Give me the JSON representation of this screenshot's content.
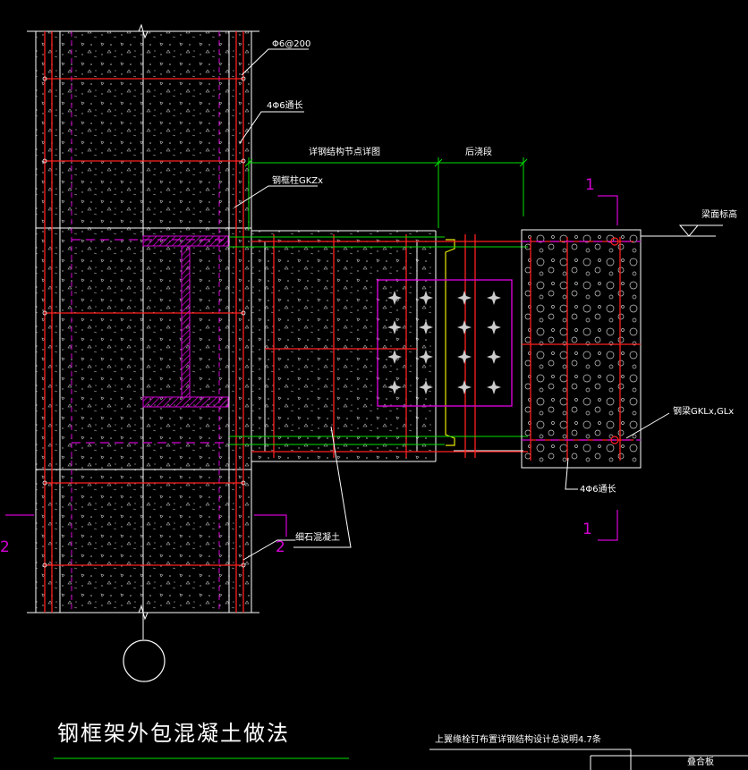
{
  "drawing": {
    "title": "钢框架外包混凝土做法",
    "footnote": "上翼缘栓钉布置详钢结构设计总说明4.7条",
    "corner_label": "叠合板"
  },
  "annotations": {
    "stirrup": "Φ6@200",
    "long_bars_top": "4Φ6通长",
    "column_ref": "钢框柱GKZx",
    "node_detail": "详钢结构节点详图",
    "post_pour": "后浇段",
    "beam_top_elev": "梁面标高",
    "beam_ref": "钢梁GKLx,GLx",
    "long_bars_bottom": "4Φ6通长",
    "concrete": "细石混凝土"
  },
  "section_marks": {
    "s1_top": "1",
    "s1_bottom": "1",
    "s2_left": "2",
    "s2_right": "2"
  },
  "colors": {
    "background": "#000000",
    "rebar": "#ff2020",
    "outline": "#ffffff",
    "section": "#d400d4",
    "dimension": "#00e000",
    "steel_flange": "#d400d4",
    "weld": "#e8e800"
  }
}
